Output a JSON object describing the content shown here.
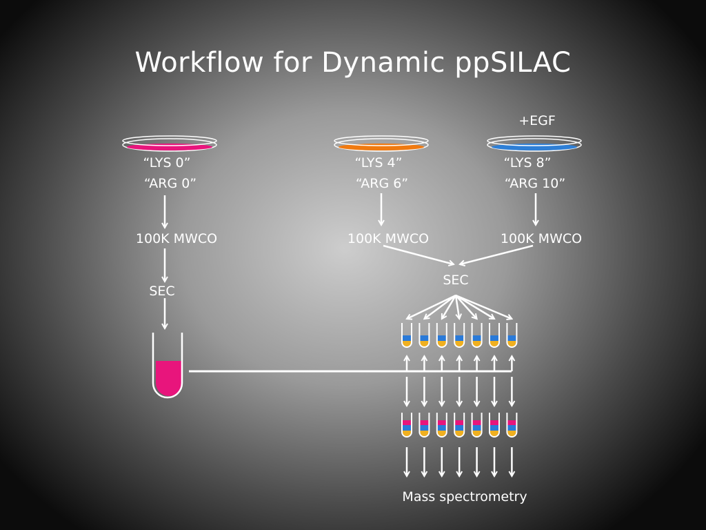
{
  "title": "Workflow for Dynamic ppSILAC",
  "treatment": "+EGF",
  "conditions": [
    {
      "lys": "“LYS 0”",
      "arg": "“ARG 0”",
      "color": "#e8157c"
    },
    {
      "lys": "“LYS 4”",
      "arg": "“ARG 6”",
      "color": "#f07a10"
    },
    {
      "lys": "“LYS 8”",
      "arg": "“ARG 10”",
      "color": "#2e7fd6"
    }
  ],
  "mwco_label": "100K MWCO",
  "sec_label": "SEC",
  "final_label": "Mass spectrometry",
  "fraction_count": 7,
  "colors": {
    "light": "#e8157c",
    "medium": "#f0b020",
    "heavy": "#2a7ad8",
    "line": "#ffffff"
  }
}
